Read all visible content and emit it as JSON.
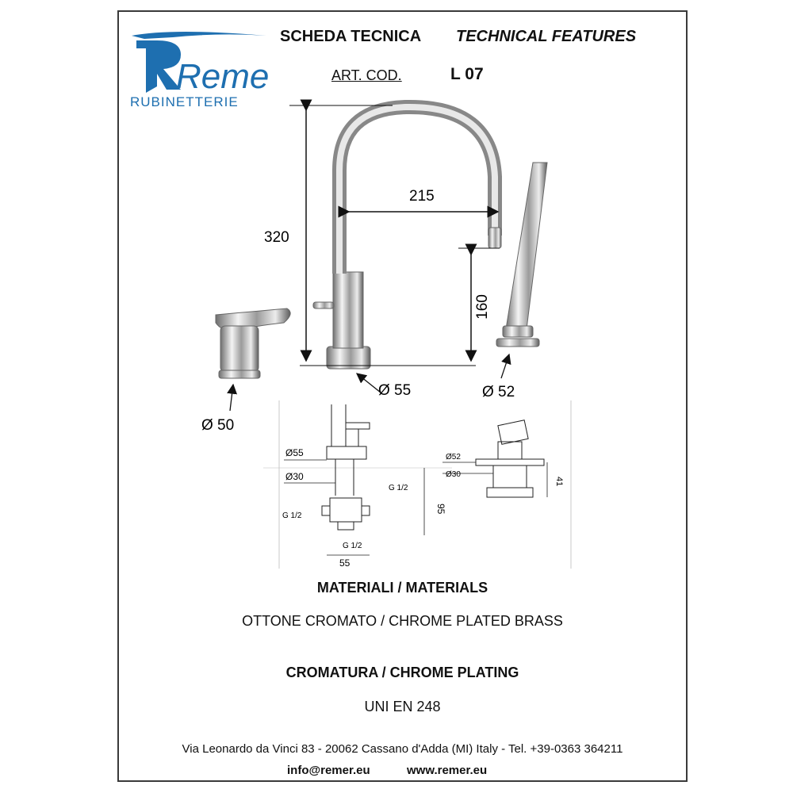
{
  "logo": {
    "brand": "Remer",
    "sub": "RUBINETTERIE",
    "brand_color": "#1e6fb0"
  },
  "header": {
    "title_it": "SCHEDA TECNICA",
    "title_en": "TECHNICAL FEATURES",
    "art_label": "ART. COD.",
    "art_code": "L 07"
  },
  "drawing": {
    "height_total": "320",
    "reach": "215",
    "spout_height": "160",
    "dia_spout_base": "Ø 55",
    "dia_lever": "Ø 50",
    "dia_shower": "Ø 52",
    "detail_left": {
      "d55": "Ø55",
      "d30": "Ø30",
      "g_right": "G 1/2",
      "g_left": "G 1/2",
      "g_bottom": "G 1/2",
      "h95": "95",
      "w55": "55"
    },
    "detail_right": {
      "d52": "Ø52",
      "d30": "Ø30",
      "h41": "41"
    }
  },
  "materials": {
    "heading": "MATERIALI / MATERIALS",
    "value": "OTTONE CROMATO / CHROME PLATED BRASS"
  },
  "plating": {
    "heading": "CROMATURA / CHROME PLATING",
    "value": "UNI EN 248"
  },
  "footer": {
    "address": "Via Leonardo da Vinci 83 - 20062 Cassano d'Adda (MI) Italy - Tel. +39-0363 364211",
    "email": "info@remer.eu",
    "web": "www.remer.eu"
  }
}
